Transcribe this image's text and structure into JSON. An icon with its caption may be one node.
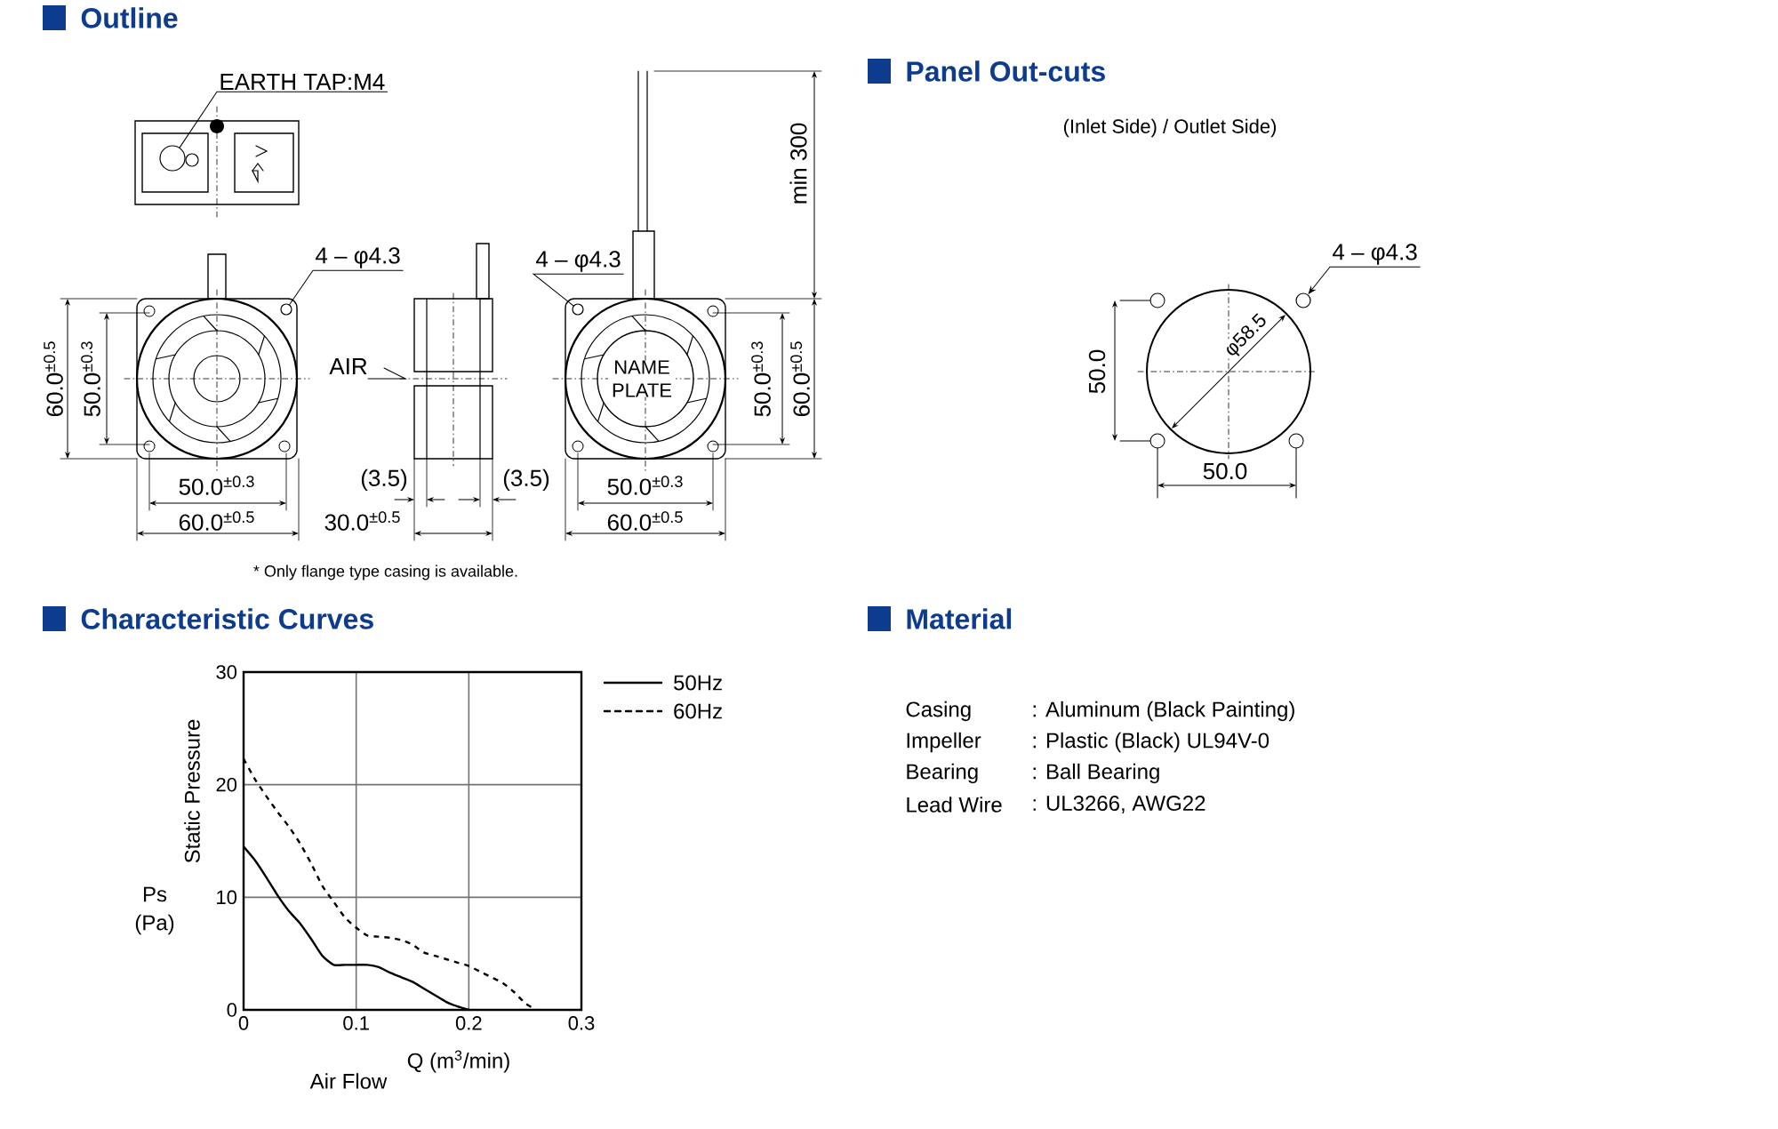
{
  "diagram": {
    "nodes": [
      {
        "text": [
          "EARTH TAP:M4"
        ]
      },
      {
        "text": [],
        "shape": "circle"
      },
      {
        "text": [
          "4 – φ4.3"
        ]
      },
      {
        "text": [],
        "shape": "circle"
      },
      {
        "text": [
          "4 – φ4.3"
        ]
      },
      {
        "text": [],
        "shape": "circle"
      },
      {
        "text": [
          "4 – φ4.3"
        ]
      },
      {
        "text": [],
        "shape": "circle"
      }
    ],
    "edges": [
      {
        "from": 0,
        "to": 1,
        "arrow": "none"
      },
      {
        "from": 2,
        "to": 3,
        "arrow": "none"
      },
      {
        "from": 4,
        "to": 5,
        "arrow": "none"
      },
      {
        "from": 6,
        "to": 7,
        "arrow": "to"
      }
    ],
    "labels": [
      "Outline",
      "Panel Out-cuts",
      "(Inlet Side) / Outlet Side)",
      "min 300",
      "60.0$^{±0.5}$",
      "50.0$^{±0.3}$",
      "AIR",
      "NAME PLATE",
      "50.0$^{±0.3}$",
      "60.0$^{±0.5}$",
      "50.0",
      "φ58.5",
      "50.0$^{±0.3}$",
      "(3.5)",
      "(3.5)",
      "50.0$^{±0.3}$",
      "50.0",
      "60.0$^{±0.5}$",
      "30.0$^{±0.5}$",
      "60.0$^{±0.5}$",
      "* Only flange type casing is available.",
      "Characteristic Curves",
      "Material",
      "Ps",
      "(Pa)",
      "Air Flow",
      "Casing",
      ": Aluminum (Black Painting)",
      "Impeller",
      ": Plastic (Black) UL94V-0",
      "Bearing",
      ": Ball Bearing",
      "Lead Wire",
      ": UL3266, AWG22"
    ],
    "chart_data": {
      "type": "line",
      "xlabel": "Q (m$^{3}$/min)",
      "ylabel": "Static Pressure",
      "x": [
        0,
        0.01,
        0.02,
        0.03,
        0.04,
        0.05,
        0.06,
        0.07,
        0.08,
        0.09,
        0.1,
        0.11,
        0.12,
        0.13,
        0.14,
        0.15,
        0.16,
        0.17,
        0.18,
        0.19,
        0.2,
        0.21,
        0.22,
        0.23,
        0.24,
        0.25,
        0.26
      ],
      "series": [
        {
          "name": "50Hz",
          "color": "#000000",
          "line_style": "solid",
          "values": [
            14.5,
            13.3,
            11.8,
            10.2,
            8.8,
            7.7,
            6.3,
            4.8,
            4.0,
            4.0,
            4.0,
            4.0,
            3.8,
            3.3,
            2.9,
            2.5,
            1.9,
            1.3,
            0.7,
            0.3,
            0.0,
            null,
            null,
            null,
            null,
            null,
            null
          ]
        },
        {
          "name": "60Hz",
          "color": "#000000",
          "line_style": "dashed",
          "values": [
            22.3,
            20.5,
            19.0,
            17.6,
            16.3,
            14.8,
            13.0,
            11.0,
            9.6,
            8.2,
            7.3,
            6.6,
            6.5,
            6.4,
            6.2,
            5.8,
            5.1,
            4.8,
            4.5,
            4.2,
            3.9,
            3.4,
            2.9,
            2.4,
            1.6,
            0.6,
            0.0
          ]
        }
      ],
      "grid": true,
      "legend": "outside top right",
      "xlim": [
        0,
        0.3
      ],
      "ylim": [
        0,
        30
      ],
      "xticks": [
        0,
        0.1,
        0.2,
        0.3
      ],
      "yticks": [
        0,
        10,
        20,
        30
      ]
    }
  }
}
